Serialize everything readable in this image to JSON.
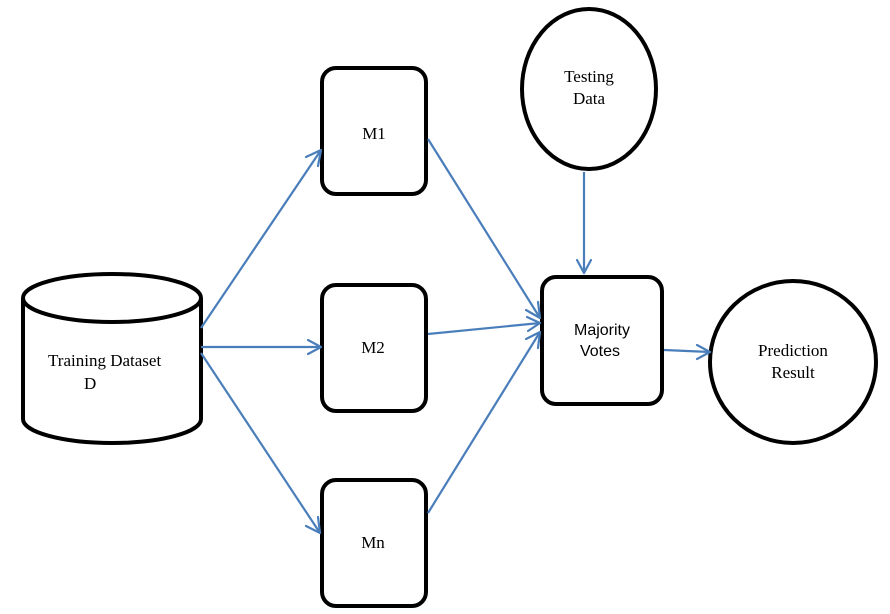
{
  "nodes": {
    "training": {
      "line1": "Training Dataset",
      "line2": "D"
    },
    "m1": {
      "label": "M1"
    },
    "m2": {
      "label": "M2"
    },
    "mn": {
      "label": "Mn"
    },
    "testing": {
      "line1": "Testing",
      "line2": "Data"
    },
    "majority": {
      "line1": "Majority",
      "line2": "Votes"
    },
    "prediction": {
      "line1": "Prediction",
      "line2": "Result"
    }
  },
  "edges": [
    {
      "from": "Training Dataset D",
      "to": "M1"
    },
    {
      "from": "Training Dataset D",
      "to": "M2"
    },
    {
      "from": "Training Dataset D",
      "to": "Mn"
    },
    {
      "from": "M1",
      "to": "Majority Votes"
    },
    {
      "from": "M2",
      "to": "Majority Votes"
    },
    {
      "from": "Mn",
      "to": "Majority Votes"
    },
    {
      "from": "Testing Data",
      "to": "Majority Votes"
    },
    {
      "from": "Majority Votes",
      "to": "Prediction Result"
    }
  ],
  "colors": {
    "arrow": "#4a7ebb",
    "outline": "#000000",
    "background": "#ffffff"
  }
}
